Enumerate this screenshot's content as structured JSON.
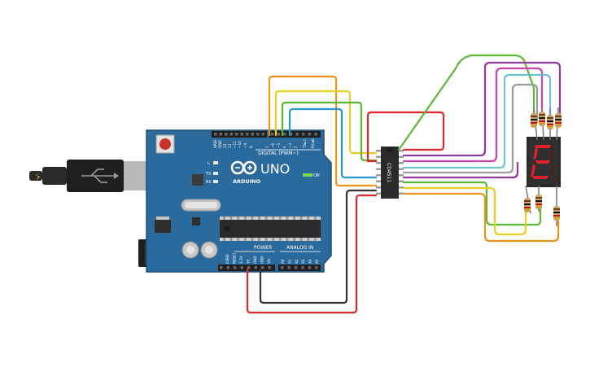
{
  "arduino": {
    "brand": "ARDUINO",
    "model": "UNO",
    "digital_header_label": "DIGITAL (PWM~)",
    "power_header_label": "POWER",
    "analog_header_label": "ANALOG IN",
    "on_label": "ON",
    "led_labels": {
      "l": "L",
      "tx": "TX",
      "rx": "RX"
    },
    "top_pin_labels": [
      "AREF",
      "GND",
      "13",
      "12",
      "~11",
      "~10",
      "~9",
      "8",
      "7",
      "~6",
      "~5",
      "4",
      "~3",
      "2",
      "TX►1",
      "RX◄0"
    ],
    "power_pin_labels": [
      "IOREF",
      "RESET",
      "3.3V",
      "5V",
      "GND",
      "GND",
      "Vin"
    ],
    "analog_pin_labels": [
      "A0",
      "A1",
      "A2",
      "A3",
      "A4",
      "A5"
    ]
  },
  "decoder_chip": {
    "label": "CD4511"
  },
  "display": {
    "digit": "E"
  },
  "colors": {
    "board": "#2b6a9c",
    "red_wire": "#e0262b",
    "orange_wire": "#f0911c",
    "yellow_wire": "#e9cf22",
    "green_wire": "#5bb833",
    "blue_wire": "#2a98cf",
    "purple_wire": "#8e3b9c",
    "pink_wire": "#c845b0",
    "cyan_wire": "#6cc3cf",
    "gray_wire": "#9a9a9a",
    "black_wire": "#333333",
    "segment_red": "#e0202a"
  }
}
